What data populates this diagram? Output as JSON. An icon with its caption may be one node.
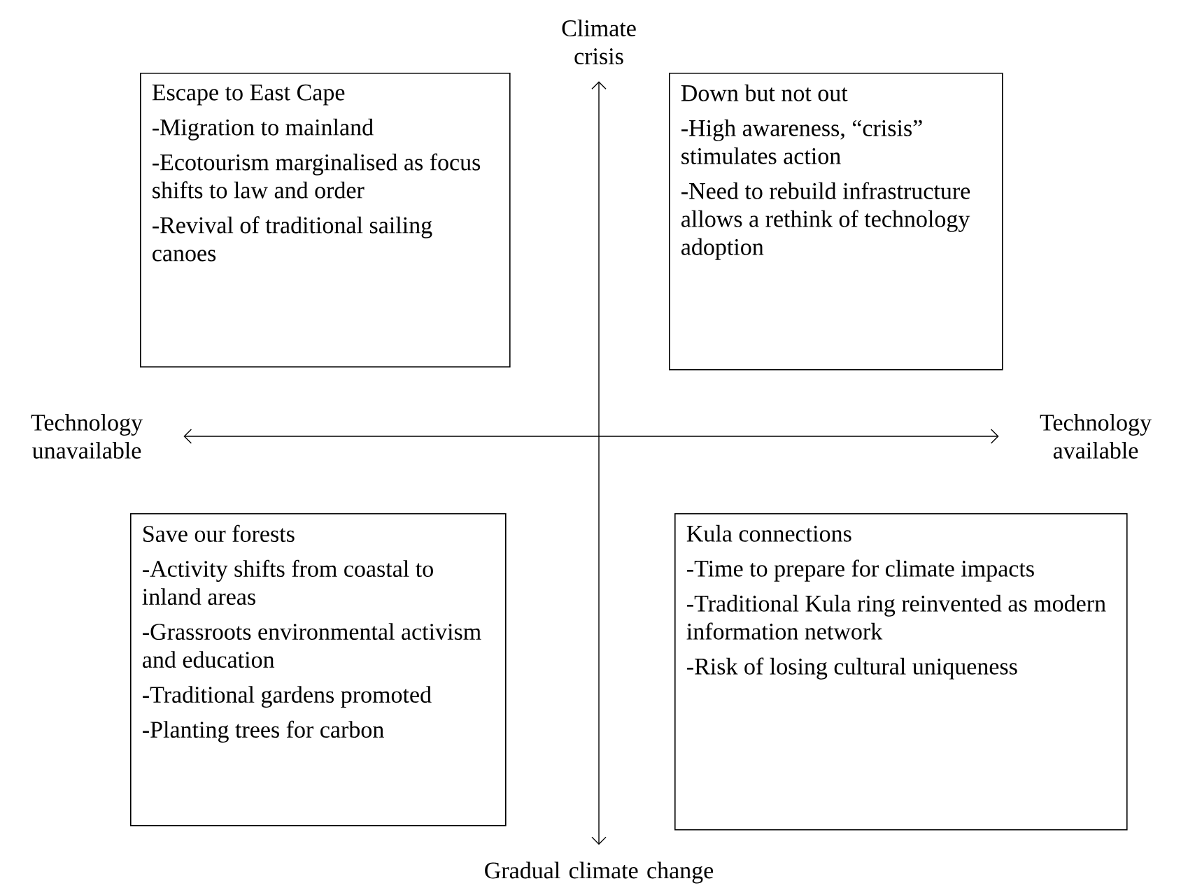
{
  "diagram": {
    "nodes": [
      {
        "text": [
          "Climate crisis"
        ]
      },
      {
        "text": [
          "Escape to East Cape",
          "-Migration to mainland",
          "-Ecotourism marginalised as focus shifts to law and order",
          "-Revival of traditional sailing canoes"
        ]
      },
      {
        "text": [
          "Down but not out",
          "-High awareness, “crisis” stimulates action",
          "-Need to rebuild infrastructure allows a rethink of technology adoption"
        ]
      },
      {
        "text": [
          "Technology unavailable"
        ]
      },
      {
        "text": [
          "Technology available"
        ]
      },
      {
        "text": [
          "Save our forests",
          "-Activity shifts from coastal to inland areas",
          "-Grassroots environmental activism and education",
          "-Traditional gardens promoted",
          "-Planting trees for carbon"
        ]
      },
      {
        "text": [
          "Kula connections",
          "-Time to prepare for climate impacts",
          "-Traditional Kula ring reinvented as modern information network",
          "-Risk of losing cultural uniqueness"
        ]
      },
      {
        "text": [
          "Gradual climate change"
        ]
      }
    ],
    "edges": [
      {
        "from": 0,
        "to": 7,
        "arrow": "both"
      },
      {
        "from": 3,
        "to": 4,
        "arrow": "both"
      }
    ]
  }
}
